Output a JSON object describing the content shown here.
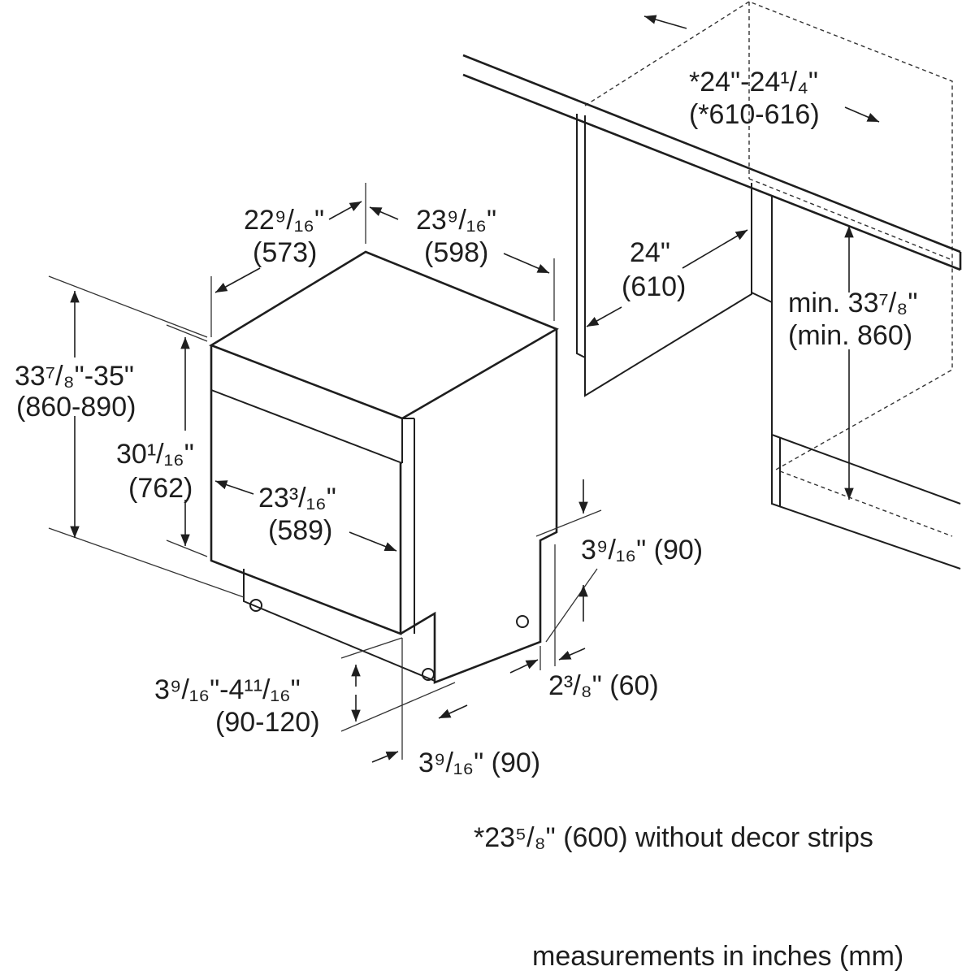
{
  "labels": {
    "depth_inch": "22⁹/₁₆\"",
    "depth_mm": "(573)",
    "width_inch": "23⁹/₁₆\"",
    "width_mm": "(598)",
    "opening_width_inch": "*24\"-24¹/₄\"",
    "opening_width_mm": "(*610-616)",
    "cabinet_depth_inch": "24\"",
    "cabinet_depth_mm": "(610)",
    "min_height_inch": "min. 33⁷/₈\"",
    "min_height_mm": "(min. 860)",
    "total_height_inch": "33⁷/₈\"-35\"",
    "total_height_mm": "(860-890)",
    "door_height_inch": "30¹/₁₆\"",
    "door_height_mm": "(762)",
    "door_width_inch": "23³/₁₆\"",
    "door_width_mm": "(589)",
    "side_recess_height": "3⁹/₁₆\" (90)",
    "side_recess_depth": "2³/₈\" (60)",
    "plinth_height_inch": "3⁹/₁₆\"-4¹¹/₁₆\"",
    "plinth_height_mm": "(90-120)",
    "plinth_depth": "3⁹/₁₆\" (90)",
    "footnote": "*23⁵/₈\" (600) without decor strips",
    "units_note": "measurements in inches (mm)"
  }
}
